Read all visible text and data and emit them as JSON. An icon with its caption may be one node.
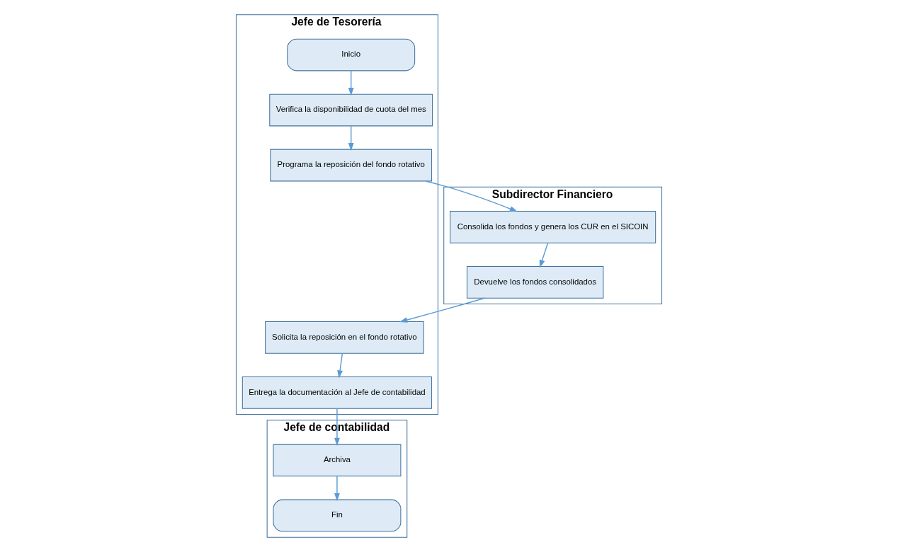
{
  "diagram": {
    "nodes": [
      {
        "text": [
          "Jefe de Tesorería"
        ]
      },
      {
        "text": [
          "Jefe de contabilidad"
        ]
      },
      {
        "text": [
          "Subdirector Financiero"
        ]
      },
      {
        "text": [
          "Inicio"
        ],
        "in": 0
      },
      {
        "text": [
          "Verifica la disponibilidad de cuota del mes"
        ],
        "in": 0
      },
      {
        "text": [
          "Programa la reposición del fondo rotativo"
        ],
        "in": 0
      },
      {
        "text": [
          "Consolida los fondos y genera los CUR en el SICOIN"
        ],
        "in": 2
      },
      {
        "text": [
          "Devuelve los fondos consolidados"
        ],
        "in": 2
      },
      {
        "text": [
          "Solicita la reposición en el fondo rotativo"
        ],
        "in": 0
      },
      {
        "text": [
          "Entrega la documentación al Jefe de contabilidad"
        ],
        "in": 0
      },
      {
        "text": [
          "Archiva"
        ],
        "in": 1
      },
      {
        "text": [
          "Fin"
        ],
        "in": 1
      }
    ],
    "edges": [
      {
        "from": 3,
        "to": 4,
        "arrow": "to"
      },
      {
        "from": 4,
        "to": 5,
        "arrow": "to"
      },
      {
        "from": 5,
        "to": 6,
        "arrow": "to"
      },
      {
        "from": 6,
        "to": 7,
        "arrow": "to"
      },
      {
        "from": 7,
        "to": 8,
        "arrow": "to"
      },
      {
        "from": 8,
        "to": 9,
        "arrow": "to"
      },
      {
        "from": 9,
        "to": 10,
        "arrow": "to"
      },
      {
        "from": 10,
        "to": 11,
        "arrow": "to"
      }
    ]
  }
}
